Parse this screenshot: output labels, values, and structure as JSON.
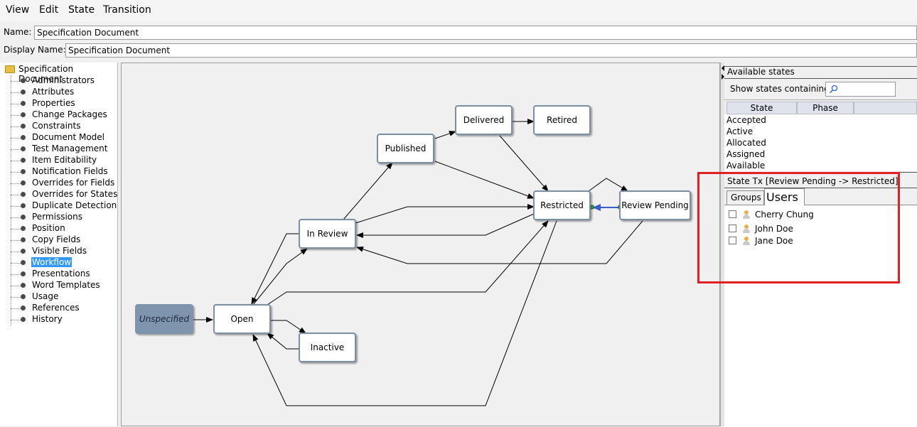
{
  "menu": {
    "items": [
      "View",
      "Edit",
      "State",
      "Transition"
    ]
  },
  "form": {
    "name_label": "Name:",
    "name_value": "Specification Document",
    "display_name_label": "Display Name:",
    "display_name_value": "Specification Document"
  },
  "tree": {
    "root": "Specification Document",
    "items": [
      "Administrators",
      "Attributes",
      "Properties",
      "Change Packages",
      "Constraints",
      "Document Model",
      "Test Management",
      "Item Editability",
      "Notification Fields",
      "Overrides for Fields",
      "Overrides for States",
      "Duplicate Detection",
      "Permissions",
      "Position",
      "Copy Fields",
      "Visible Fields",
      "Workflow",
      "Presentations",
      "Word Templates",
      "Usage",
      "References",
      "History"
    ],
    "selected": "Workflow"
  },
  "workflow": {
    "states": {
      "unspecified": "Unspecified",
      "open": "Open",
      "in_review": "In Review",
      "inactive": "Inactive",
      "published": "Published",
      "delivered": "Delivered",
      "retired": "Retired",
      "restricted": "Restricted",
      "review_pending": "Review Pending"
    },
    "selected_transition_color": "#3a5ccc"
  },
  "available_states": {
    "title": "Available states",
    "filter_label": "Show states containing",
    "columns": [
      "State",
      "Phase"
    ],
    "states": [
      "Accepted",
      "Active",
      "Allocated",
      "Assigned",
      "Available"
    ]
  },
  "transition": {
    "title": "State Tx [Review Pending -> Restricted]",
    "tabs": [
      "Groups",
      "Users"
    ],
    "active_tab": "Users",
    "users": [
      "Cherry Chung",
      "John Doe",
      "Jane Doe"
    ]
  },
  "colors": {
    "highlight": "#e01f26",
    "selection": "#3399ff",
    "unspecified_node": "#7f94ad"
  }
}
